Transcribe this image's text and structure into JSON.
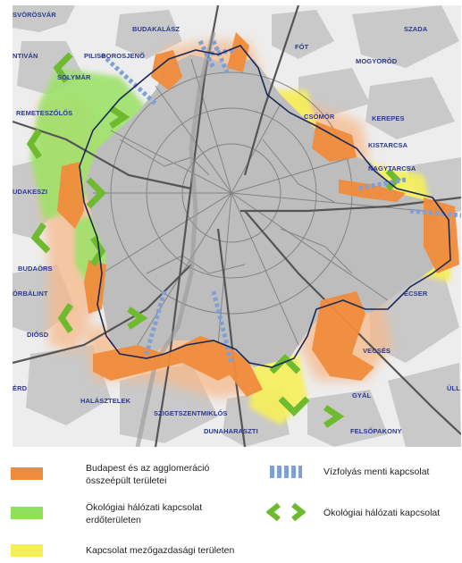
{
  "map": {
    "colors": {
      "background": "#ededed",
      "built_up": "#c6c6c6",
      "city_core": "#b9b9b9",
      "road": "#6e6e6e",
      "motorway": "#555555",
      "boundary": "#1a2a55",
      "urban_zone": "#f08c3c",
      "urban_halo": "#f7b98a",
      "forest_zone": "#8fe05a",
      "agri_zone": "#f4ef57",
      "water_link": "#7f9fd6",
      "eco_arrow": "#6fbb2f"
    },
    "places": [
      {
        "name": "SVÖRÖSVÁR"
      },
      {
        "name": "BUDAKALÁSZ"
      },
      {
        "name": "SZADA"
      },
      {
        "name": "FÓT"
      },
      {
        "name": "NTIVÁN"
      },
      {
        "name": "PILISBOROSJENŐ"
      },
      {
        "name": "MOGYORÓD"
      },
      {
        "name": "SOLYMÁR"
      },
      {
        "name": "REMETESZŐLŐS"
      },
      {
        "name": "CSÖMÖR"
      },
      {
        "name": "KEREPES"
      },
      {
        "name": "KISTARCSA"
      },
      {
        "name": "NAGYTARCSA"
      },
      {
        "name": "UDAKESZI"
      },
      {
        "name": "BUDAÖRS"
      },
      {
        "name": "ECSER"
      },
      {
        "name": "ÖRBÁLINT"
      },
      {
        "name": "DIÓSD"
      },
      {
        "name": "VECSÉS"
      },
      {
        "name": "ÉRD"
      },
      {
        "name": "ÜLL"
      },
      {
        "name": "HALÁSZTELEK"
      },
      {
        "name": "SZIGETSZENTMIKLÓS"
      },
      {
        "name": "GYÁL"
      },
      {
        "name": "DUNAHARASZTI"
      },
      {
        "name": "FELSŐPAKONY"
      }
    ]
  },
  "legend": {
    "urban": "Budapest és az agglomeráció összeépült területei",
    "water": "Vízfolyás menti kapcsolat",
    "forest": "Ökológiai hálózati kapcsolat erdőterületen",
    "eco": "Ökológiai hálózati kapcsolat",
    "agri": "Kapcsolat mezőgazdasági területen"
  }
}
